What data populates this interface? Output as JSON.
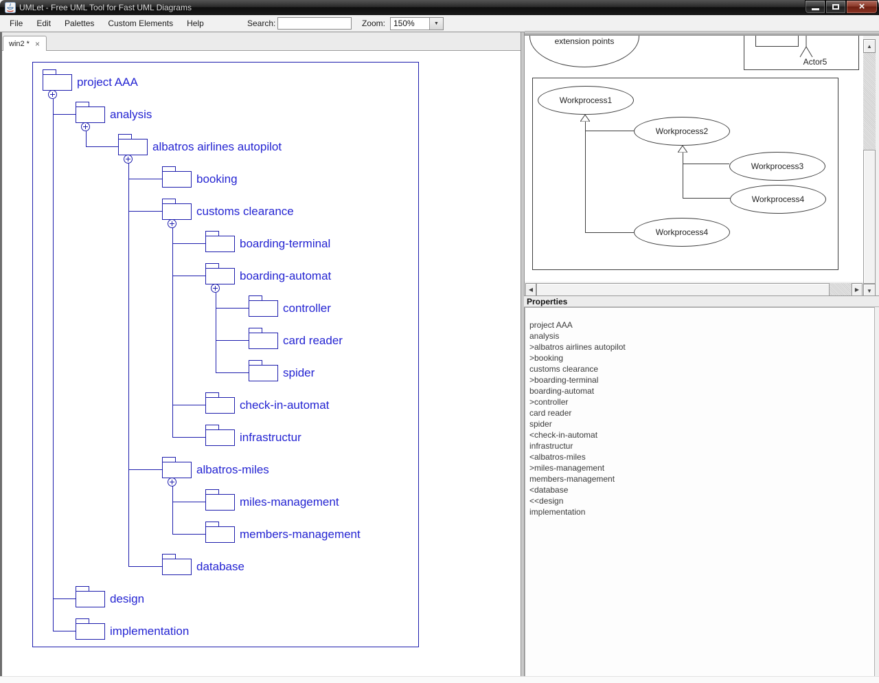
{
  "window": {
    "title": "UMLet - Free UML Tool for Fast UML Diagrams",
    "close_glyph": "×"
  },
  "menu": {
    "items": [
      "File",
      "Edit",
      "Palettes",
      "Custom Elements",
      "Help"
    ],
    "search_label": "Search:",
    "search_value": "",
    "zoom_label": "Zoom:",
    "zoom_value": "150%",
    "combo_arrow": "▼"
  },
  "tab": {
    "label": "win2 *",
    "close_glyph": "×"
  },
  "tree": {
    "nodes": [
      {
        "label": "project AAA"
      },
      {
        "label": "analysis"
      },
      {
        "label": "albatros airlines autopilot"
      },
      {
        "label": "booking"
      },
      {
        "label": "customs clearance"
      },
      {
        "label": "boarding-terminal"
      },
      {
        "label": "boarding-automat"
      },
      {
        "label": "controller"
      },
      {
        "label": "card reader"
      },
      {
        "label": "spider"
      },
      {
        "label": "check-in-automat"
      },
      {
        "label": "infrastructur"
      },
      {
        "label": "albatros-miles"
      },
      {
        "label": "miles-management"
      },
      {
        "label": "members-management"
      },
      {
        "label": "database"
      },
      {
        "label": "design"
      },
      {
        "label": "implementation"
      }
    ]
  },
  "palette": {
    "extension_label": "extension points",
    "actor_label": "Actor5",
    "ellipses": [
      {
        "label": "Workprocess1"
      },
      {
        "label": "Workprocess2"
      },
      {
        "label": "Workprocess3"
      },
      {
        "label": "Workprocess4"
      },
      {
        "label": "Workprocess4"
      }
    ]
  },
  "scrollbars": {
    "up": "▲",
    "down": "▼",
    "left": "◀",
    "right": "▶"
  },
  "properties": {
    "header": "Properties",
    "lines": [
      "project AAA",
      "analysis",
      ">albatros airlines autopilot",
      ">booking",
      "customs clearance",
      ">boarding-terminal",
      "boarding-automat",
      ">controller",
      "card reader",
      "spider",
      "<check-in-automat",
      "infrastructur",
      "<albatros-miles",
      ">miles-management",
      "members-management",
      "<database",
      "<<design",
      "implementation"
    ]
  },
  "colors": {
    "tree_line": "#1b1bac",
    "tree_text": "#2424d2",
    "diagram_stroke": "#3c3c3c"
  }
}
